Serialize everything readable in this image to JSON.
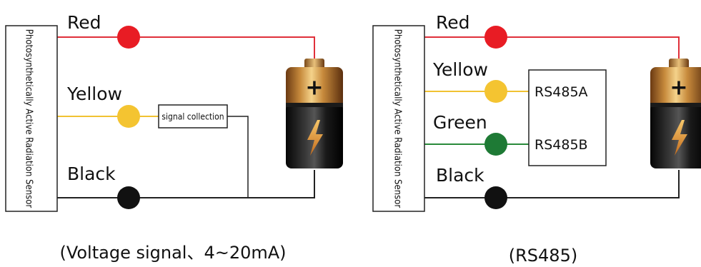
{
  "colors": {
    "red": "#e81c24",
    "yellow": "#f4c431",
    "green": "#1e7a35",
    "black": "#111111",
    "wire_red": "#e0303a",
    "wire_yellow": "#f1c232",
    "wire_green": "#2a8a3a",
    "wire_black": "#222222"
  },
  "left_diagram": {
    "sensor_label": "Photosynthetically Active Radiation Sensor",
    "wires": {
      "red": "Red",
      "yellow": "Yellow",
      "black": "Black"
    },
    "signal_box": "signal collection",
    "caption": "(Voltage signal、4~20mA)"
  },
  "right_diagram": {
    "sensor_label": "Photosynthetically Active Radiation Sensor",
    "wires": {
      "red": "Red",
      "yellow": "Yellow",
      "green": "Green",
      "black": "Black"
    },
    "box_a": "RS485A",
    "box_b": "RS485B",
    "caption": "(RS485)"
  },
  "battery": {
    "plus_symbol": "+",
    "icon": "lightning-bolt-icon"
  }
}
